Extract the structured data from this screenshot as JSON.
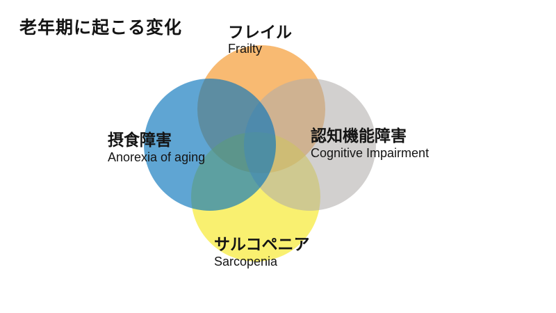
{
  "title": "老年期に起こる変化",
  "diagram": {
    "type": "venn",
    "background": "#FFFFFF",
    "text_color": "#141414",
    "sets": [
      {
        "id": "frailty",
        "position": "top",
        "label_jp": "フレイル",
        "label_en": "Frailty",
        "color": "#F8BA72"
      },
      {
        "id": "cognitive-impairment",
        "position": "right",
        "label_jp": "認知機能障害",
        "label_en": "Cognitive Impairment",
        "color": "#D2D0CF"
      },
      {
        "id": "anorexia-of-aging",
        "position": "left",
        "label_jp": "摂食障害",
        "label_en": "Anorexia of aging",
        "color": "#5FA5D3"
      },
      {
        "id": "sarcopenia",
        "position": "bottom",
        "label_jp": "サルコペニア",
        "label_en": "Sarcopenia",
        "color": "#F9F06E"
      }
    ],
    "overlap_colors": {
      "blue_orange": "#5E8799",
      "blue_yellow": "#5C9E93",
      "orange_gray": "#C9A67B",
      "yellow_gray": "#CBC48F"
    }
  }
}
